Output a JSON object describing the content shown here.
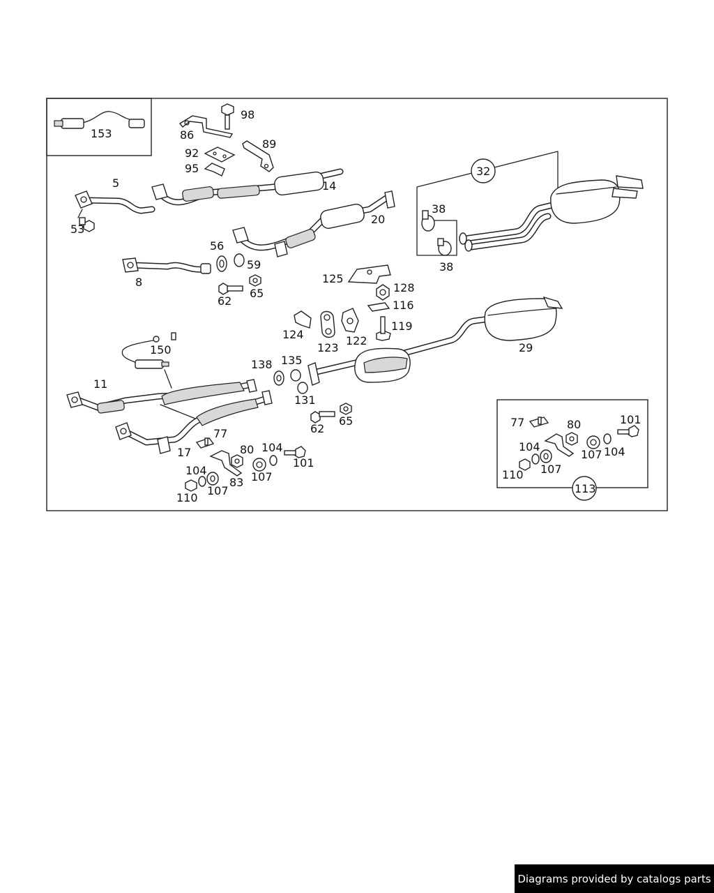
{
  "callouts": {
    "c153": "153",
    "c86": "86",
    "c98": "98",
    "c89": "89",
    "c92": "92",
    "c95": "95",
    "c5": "5",
    "c53": "53",
    "c14": "14",
    "c20": "20",
    "c56": "56",
    "c59": "59",
    "c8": "8",
    "c62a": "62",
    "c65a": "65",
    "c32": "32",
    "c38a": "38",
    "c38b": "38",
    "c125": "125",
    "c128": "128",
    "c116": "116",
    "c124": "124",
    "c123": "123",
    "c122": "122",
    "c119": "119",
    "c29": "29",
    "c150": "150",
    "c11": "11",
    "c138": "138",
    "c135": "135",
    "c131": "131",
    "c62b": "62",
    "c65b": "65",
    "c77a": "77",
    "c17": "17",
    "c80a": "80",
    "c104a": "104",
    "c101a": "101",
    "c104b": "104",
    "c107a": "107",
    "c83": "83",
    "c110a": "110",
    "c107b": "107",
    "c77b": "77",
    "c80b": "80",
    "c101b": "101",
    "c104c": "104",
    "c107c": "107",
    "c104d": "104",
    "c110b": "110",
    "c107d": "107",
    "c113": "113"
  },
  "footer": {
    "credit": "Diagrams provided by catalogs parts"
  }
}
